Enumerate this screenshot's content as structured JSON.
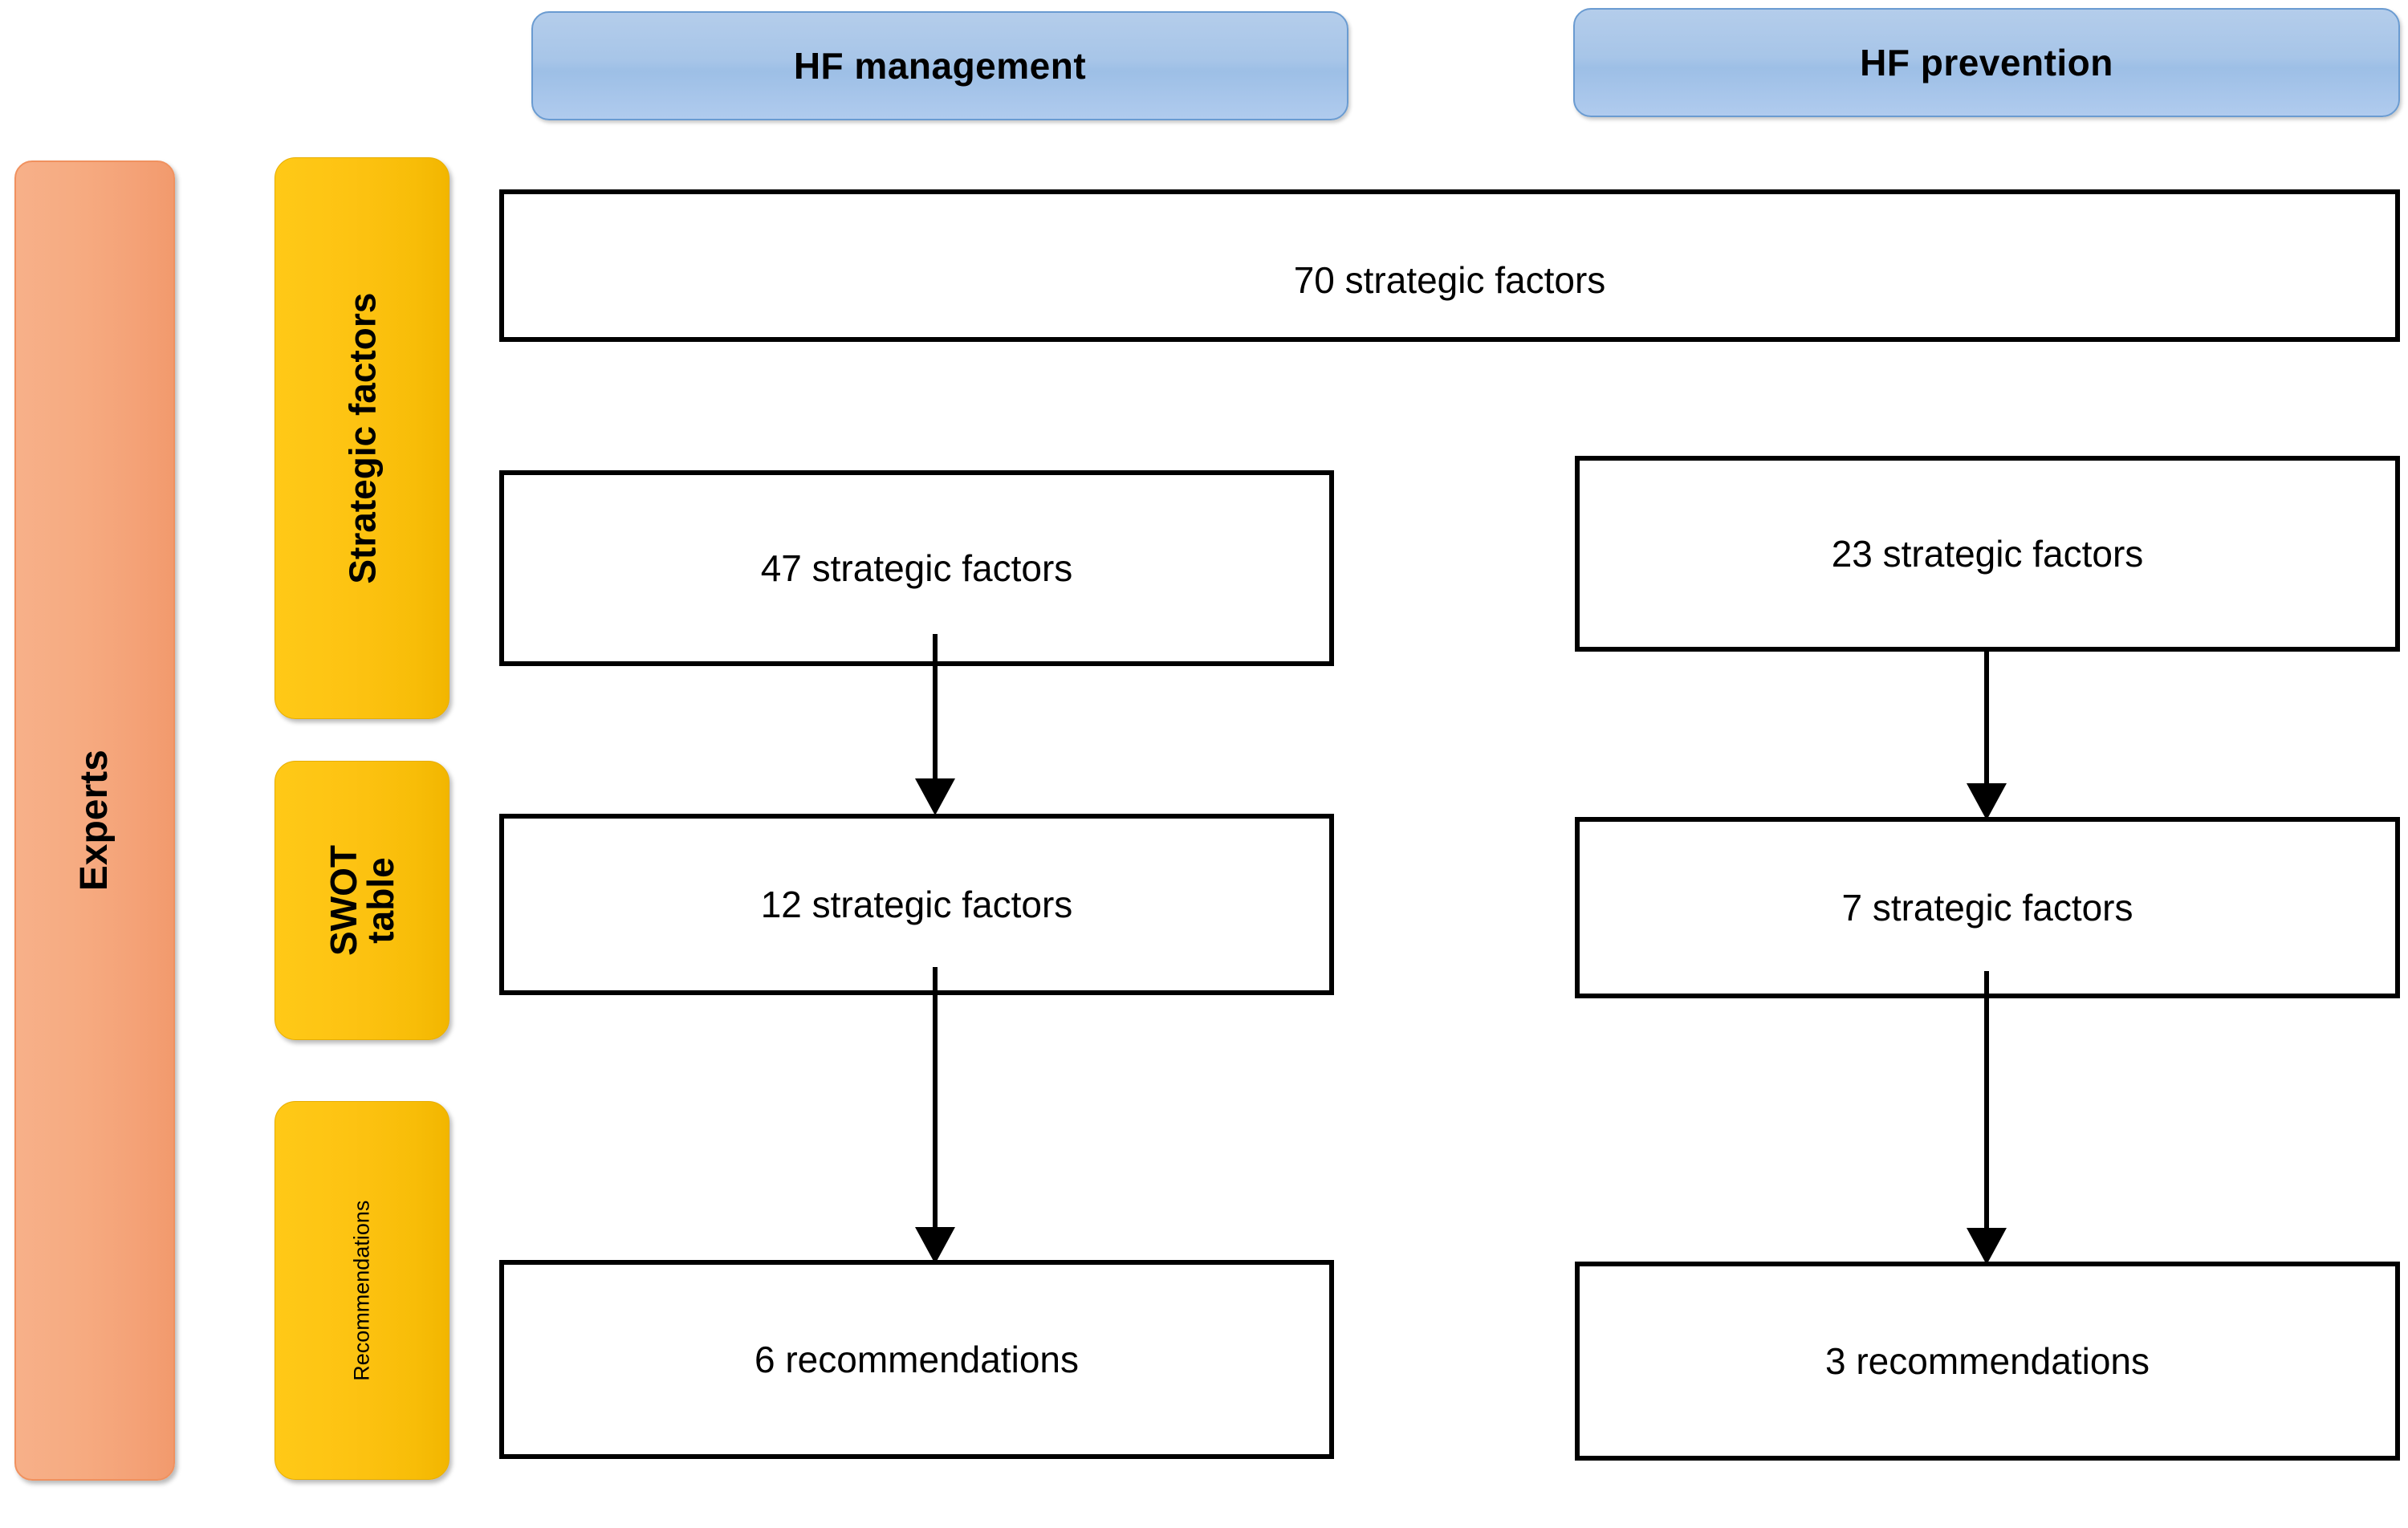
{
  "diagram": {
    "title": "Strategic factor funnel for HF management and HF prevention",
    "colors": {
      "header_blue": "#a7c5e8",
      "header_blue_border": "#6a9bd1",
      "experts_salmon": "#f6ab81",
      "stage_yellow": "#fdc312",
      "box_border": "#000000",
      "box_fill": "#ffffff",
      "arrow": "#000000",
      "text": "#000000"
    }
  },
  "column_headers": [
    {
      "id": "hf-management",
      "label": "HF management"
    },
    {
      "id": "hf-prevention",
      "label": "HF prevention"
    }
  ],
  "actor_bar": {
    "id": "experts",
    "label": "Experts"
  },
  "stage_bars": [
    {
      "id": "strategic-factors",
      "label": "Strategic factors",
      "style": "big"
    },
    {
      "id": "swot-table",
      "label": "SWOT table",
      "style": "two-line"
    },
    {
      "id": "recommendations",
      "label": "Recommendations",
      "style": "small"
    }
  ],
  "nodes": {
    "total": {
      "id": "total-strategic-factors",
      "label": "70 strategic factors",
      "count": 70,
      "unit": "strategic factors"
    },
    "management": [
      {
        "id": "mgmt-47",
        "label": "47 strategic factors",
        "count": 47,
        "unit": "strategic factors",
        "stage": "Strategic factors"
      },
      {
        "id": "mgmt-12",
        "label": "12 strategic factors",
        "count": 12,
        "unit": "strategic factors",
        "stage": "SWOT table"
      },
      {
        "id": "mgmt-6",
        "label": "6 recommendations",
        "count": 6,
        "unit": "recommendations",
        "stage": "Recommendations"
      }
    ],
    "prevention": [
      {
        "id": "prev-23",
        "label": "23 strategic factors",
        "count": 23,
        "unit": "strategic factors",
        "stage": "Strategic factors"
      },
      {
        "id": "prev-7",
        "label": "7 strategic factors",
        "count": 7,
        "unit": "strategic factors",
        "stage": "SWOT table"
      },
      {
        "id": "prev-3",
        "label": "3 recommendations",
        "count": 3,
        "unit": "recommendations",
        "stage": "Recommendations"
      }
    ]
  },
  "flows": [
    {
      "id": "flow-mgmt-47-to-12",
      "from": "mgmt-47",
      "to": "mgmt-12"
    },
    {
      "id": "flow-mgmt-12-to-6",
      "from": "mgmt-12",
      "to": "mgmt-6"
    },
    {
      "id": "flow-prev-23-to-7",
      "from": "prev-23",
      "to": "prev-7"
    },
    {
      "id": "flow-prev-7-to-3",
      "from": "prev-7",
      "to": "prev-3"
    }
  ]
}
